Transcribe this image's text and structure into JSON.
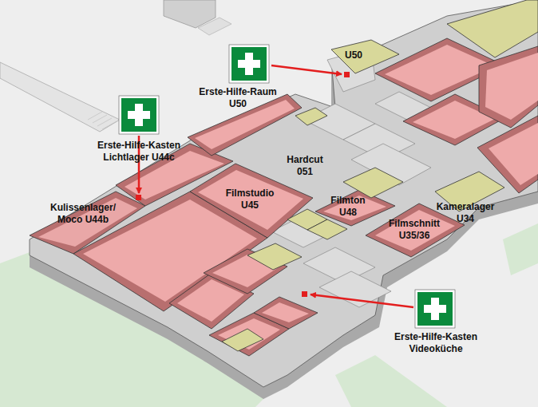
{
  "diagram": {
    "labels": [
      "U50",
      "Erste-Hilfe-Raum U50",
      "Erste-Hilfe-Kasten Lichtlager U44c",
      "Hardcut 051",
      "Kulissenlager/ Moco U44b",
      "Filmstudio U45",
      "Filmton U48",
      "Kameralager U34",
      "Filmschnitt U35/36",
      "Erste-Hilfe-Kasten Videoküche"
    ]
  }
}
